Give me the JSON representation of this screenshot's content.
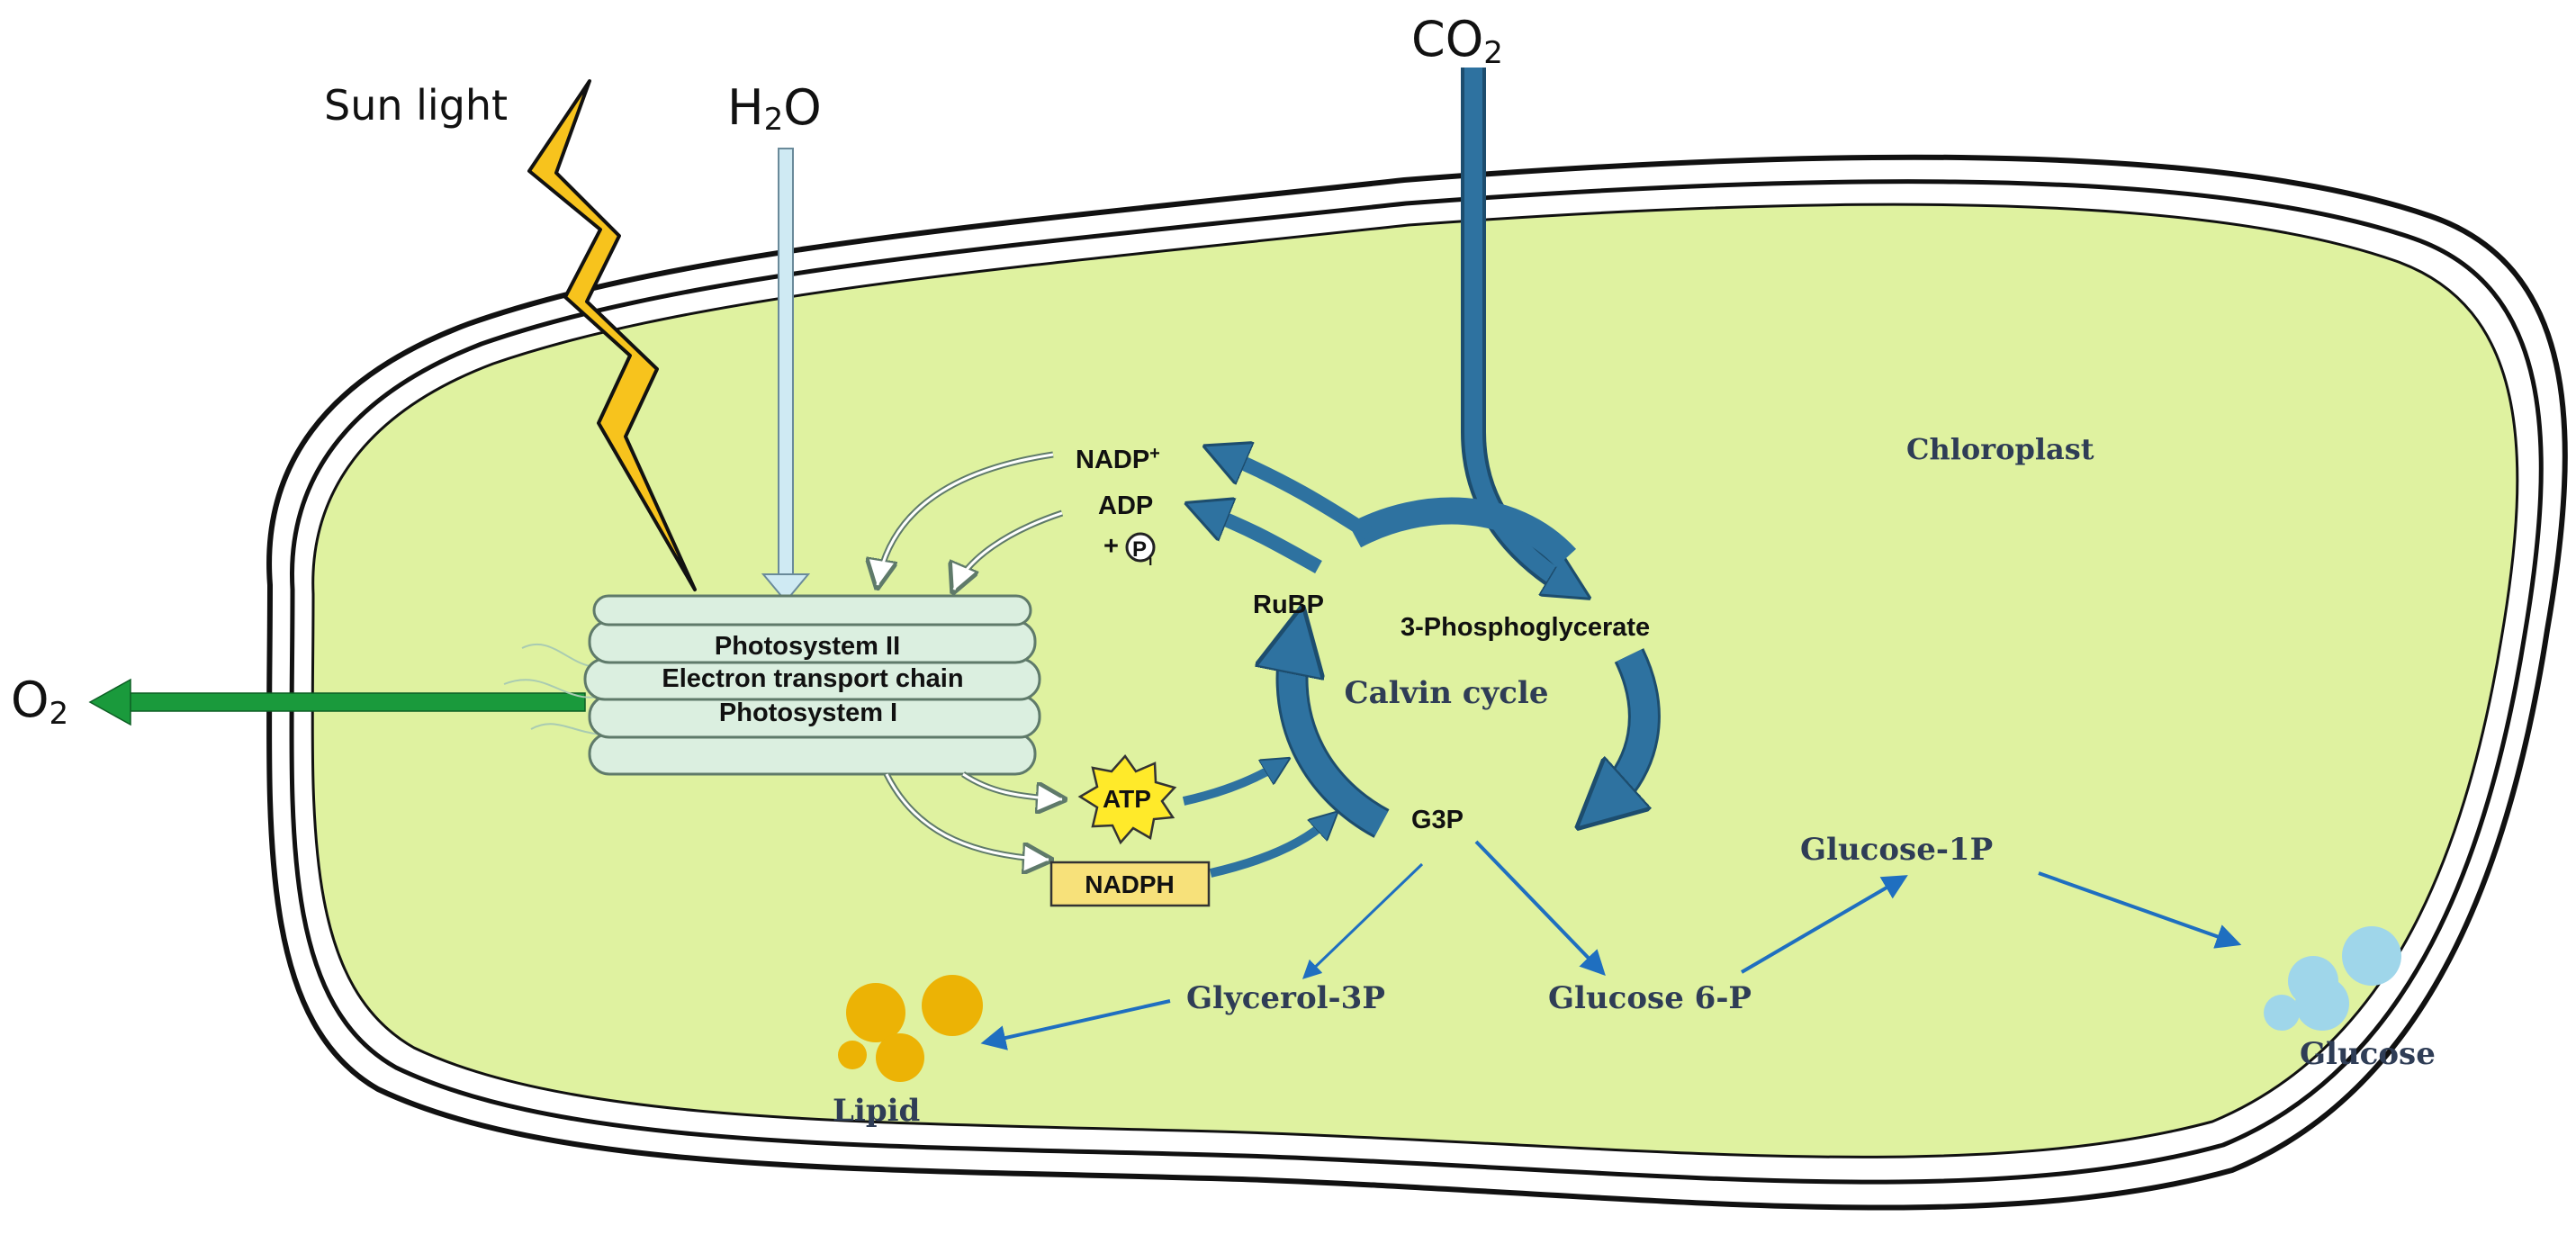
{
  "inputs": {
    "sunlight": "Sun light",
    "water": "H",
    "water_sub": "2",
    "water_end": "O",
    "co2": "CO",
    "co2_sub": "2"
  },
  "outputs": {
    "o2": "O",
    "o2_sub": "2"
  },
  "organelle": {
    "label": "Chloroplast"
  },
  "thylakoid": {
    "line1": "Photosystem II",
    "line2": "Electron transport chain",
    "line3": "Photosystem I"
  },
  "light_products": {
    "atp": "ATP",
    "nadph": "NADPH"
  },
  "recycled": {
    "nadp": "NADP",
    "nadp_sup": "+",
    "adp": "ADP",
    "plus": "+",
    "pi": "P",
    "pi_sub": "i"
  },
  "calvin": {
    "label": "Calvin cycle",
    "rubp": "RuBP",
    "pga": "3-Phosphoglycerate",
    "g3p": "G3P"
  },
  "metabolites": {
    "glycerol3p": "Glycerol-3P",
    "glucose6p": "Glucose 6-P",
    "glucose1p": "Glucose-1P",
    "lipid": "Lipid",
    "glucose": "Glucose"
  },
  "colors": {
    "stroma": "#dff2a0",
    "cycle": "#2e72a0",
    "arrow_blue": "#1f6fc0",
    "oxygen": "#1a9a3c",
    "sun": "#f7c31d",
    "water": "#cfeaf3",
    "lipid": "#ecb305",
    "glucose": "#9fd6ea",
    "label": "#2f3d56"
  }
}
